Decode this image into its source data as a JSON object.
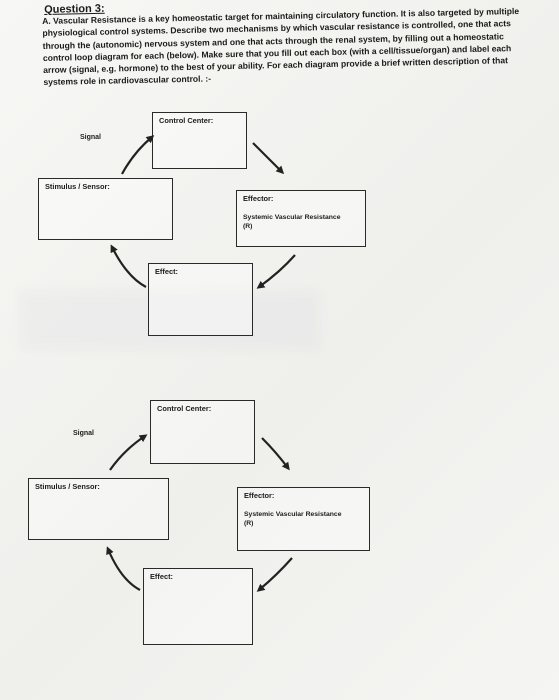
{
  "question": {
    "title": "Question 3:",
    "body": "A. Vascular Resistance is a key homeostatic target for maintaining circulatory function. It is also targeted by multiple physiological control systems. Describe two mechanisms by which vascular resistance is controlled, one that acts through the (autonomic) nervous system and one that acts through the renal system, by filling out a homeostatic control loop diagram for each (below). Make sure that you fill out each box (with a cell/tissue/organ) and label each arrow (signal, e.g. hormone) to the best of your ability. For each diagram provide a brief written description of that systems role in cardiovascular control. :-"
  },
  "diagrams": [
    {
      "signal": "Signal",
      "control_center": "Control Center:",
      "stimulus_sensor": "Stimulus / Sensor:",
      "effector": "Effector:",
      "effector_detail_line1": "Systemic Vascular Resistance",
      "effector_detail_line2": "(R)",
      "effect": "Effect:"
    },
    {
      "signal": "Signal",
      "control_center": "Control Center:",
      "stimulus_sensor": "Stimulus / Sensor:",
      "effector": "Effector:",
      "effector_detail_line1": "Systemic Vascular Resistance",
      "effector_detail_line2": "(R)",
      "effect": "Effect:"
    }
  ]
}
